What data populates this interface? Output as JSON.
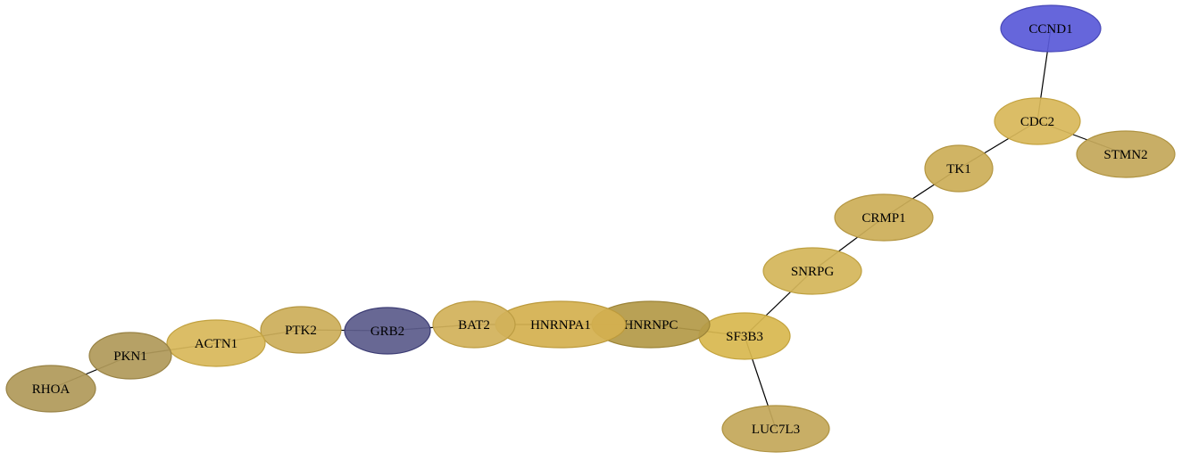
{
  "nodes": [
    {
      "id": "ccnd1",
      "label": "CCND1",
      "color": "#5a5ad8",
      "stroke": "#4848b8"
    },
    {
      "id": "cdc2",
      "label": "CDC2",
      "color": "#d8b85a",
      "stroke": "#c4a340"
    },
    {
      "id": "stmn2",
      "label": "STMN2",
      "color": "#c4a85a",
      "stroke": "#ae9240"
    },
    {
      "id": "tk1",
      "label": "TK1",
      "color": "#ccae58",
      "stroke": "#b49642"
    },
    {
      "id": "crmp1",
      "label": "CRMP1",
      "color": "#ccae58",
      "stroke": "#b49642"
    },
    {
      "id": "snrpg",
      "label": "SNRPG",
      "color": "#d4b65a",
      "stroke": "#bea040"
    },
    {
      "id": "sf3b3",
      "label": "SF3B3",
      "color": "#d8b850",
      "stroke": "#c2a23c"
    },
    {
      "id": "luc7l3",
      "label": "LUC7L3",
      "color": "#c4a85a",
      "stroke": "#ae9240"
    },
    {
      "id": "hnrnpc",
      "label": "HNRNPC",
      "color": "#b49a48",
      "stroke": "#9c8438"
    },
    {
      "id": "hnrnpa1",
      "label": "HNRNPA1",
      "color": "#d4b050",
      "stroke": "#bc9a3c"
    },
    {
      "id": "bat2",
      "label": "BAT2",
      "color": "#d2b25a",
      "stroke": "#bc9c42"
    },
    {
      "id": "grb2",
      "label": "GRB2",
      "color": "#5c5c8c",
      "stroke": "#3c3c74"
    },
    {
      "id": "ptk2",
      "label": "PTK2",
      "color": "#ccae5a",
      "stroke": "#b49642"
    },
    {
      "id": "actn1",
      "label": "ACTN1",
      "color": "#d8b85a",
      "stroke": "#c2a240"
    },
    {
      "id": "pkn1",
      "label": "PKN1",
      "color": "#b09a5a",
      "stroke": "#988244"
    },
    {
      "id": "rhoa",
      "label": "RHOA",
      "color": "#b09a5a",
      "stroke": "#988244"
    }
  ],
  "edges": [
    [
      "ccnd1",
      "cdc2"
    ],
    [
      "cdc2",
      "stmn2"
    ],
    [
      "cdc2",
      "tk1"
    ],
    [
      "tk1",
      "crmp1"
    ],
    [
      "crmp1",
      "snrpg"
    ],
    [
      "snrpg",
      "sf3b3"
    ],
    [
      "sf3b3",
      "luc7l3"
    ],
    [
      "sf3b3",
      "hnrnpc"
    ],
    [
      "hnrnpc",
      "hnrnpa1"
    ],
    [
      "hnrnpa1",
      "bat2"
    ],
    [
      "bat2",
      "grb2"
    ],
    [
      "grb2",
      "ptk2"
    ],
    [
      "ptk2",
      "actn1"
    ],
    [
      "actn1",
      "pkn1"
    ],
    [
      "pkn1",
      "rhoa"
    ]
  ]
}
